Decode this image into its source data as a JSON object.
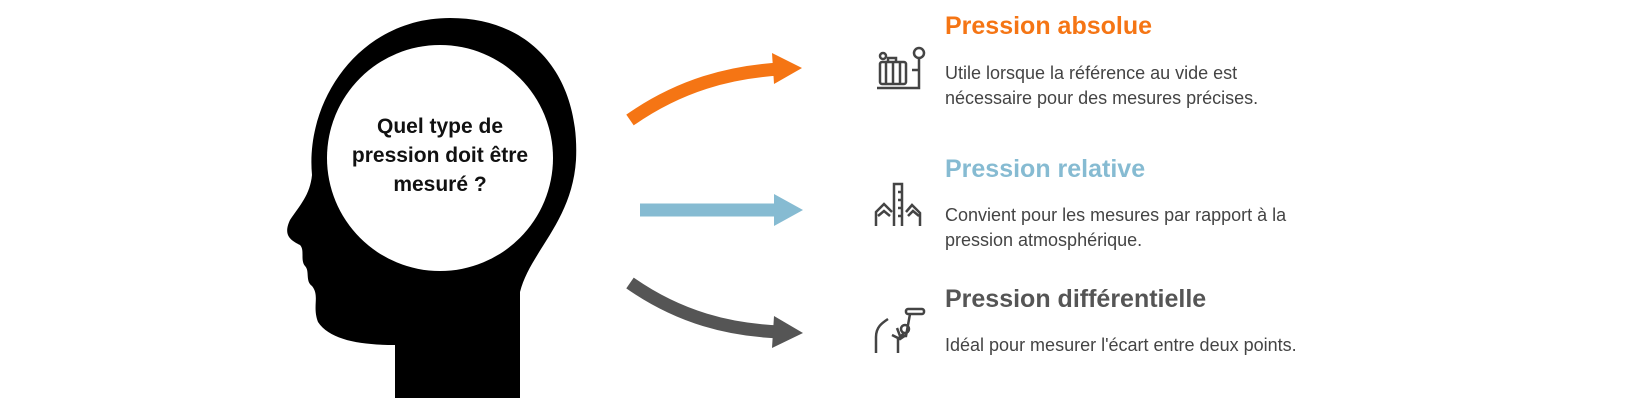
{
  "question": "Quel type de pression doit être mesuré ?",
  "colors": {
    "absolute": "#F57514",
    "relative": "#86BBD2",
    "differential": "#555555",
    "text": "#444444"
  },
  "options": [
    {
      "title": "Pression absolue",
      "description": "Utile lorsque la référence au vide est nécessaire pour des mesures précises.",
      "icon": "pressure-gauge-tank-icon"
    },
    {
      "title": "Pression relative",
      "description": "Convient pour les mesures par rapport à la pression atmosphérique.",
      "icon": "barometer-mountains-icon"
    },
    {
      "title": "Pression différentielle",
      "description": "Idéal pour mesurer l'écart entre deux points.",
      "icon": "hand-measuring-icon"
    }
  ]
}
